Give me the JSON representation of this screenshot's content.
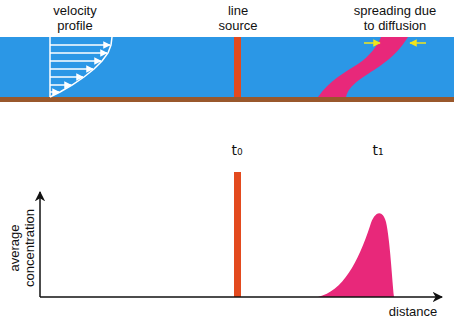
{
  "diagram": {
    "labels": [
      "velocity profile",
      "line source",
      "spreading due to diffusion",
      "t₀",
      "t₁",
      "average concentration",
      "distance"
    ]
  }
}
